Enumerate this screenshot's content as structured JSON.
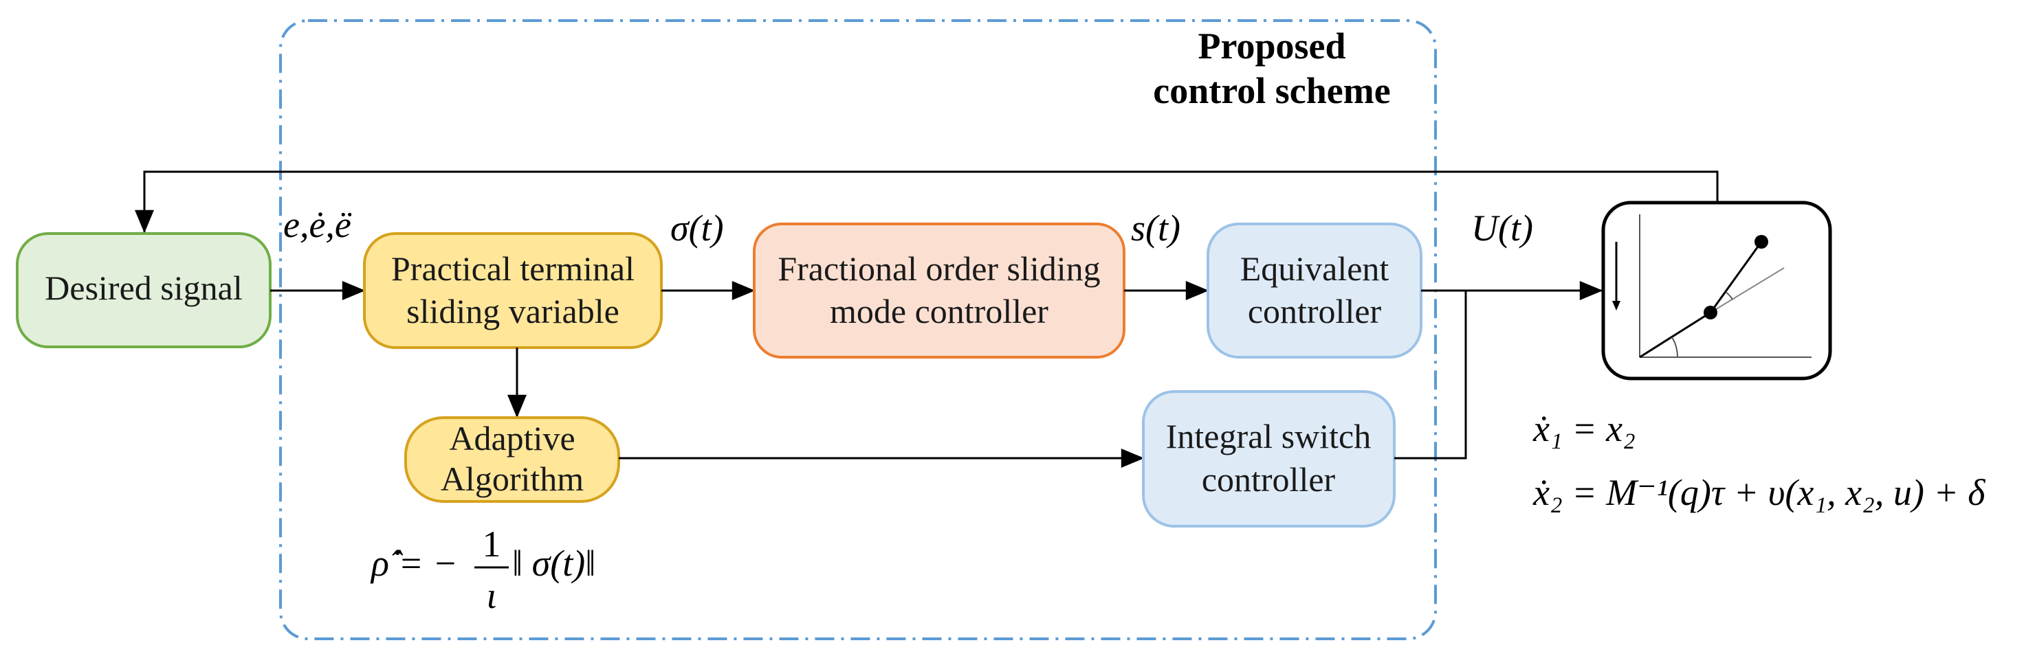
{
  "scheme": {
    "title_line1": "Proposed",
    "title_line2": "control scheme"
  },
  "blocks": {
    "desired_signal": "Desired signal",
    "ptsv_line1": "Practical terminal",
    "ptsv_line2": "sliding variable",
    "fosmc_line1": "Fractional order sliding",
    "fosmc_line2": "mode controller",
    "equivalent_line1": "Equivalent",
    "equivalent_line2": "controller",
    "adaptive_line1": "Adaptive",
    "adaptive_line2": "Algorithm",
    "integral_line1": "Integral switch",
    "integral_line2": "controller"
  },
  "signals": {
    "error": "e,ė,ë",
    "sigma": "σ(t)",
    "s": "s(t)",
    "U": "U(t)"
  },
  "equations": {
    "adaptive_lhs": "ρ̂̇ = −",
    "adaptive_num": "1",
    "adaptive_den": "ι",
    "adaptive_rhs": "‖ σ(t)‖",
    "state1": "ẋ₁ = x₂",
    "state2": "ẋ₂ = M⁻¹(q)τ + υ(x₁, x₂, u) + δ"
  },
  "colors": {
    "green_fill": "#e2efda",
    "green_stroke": "#70ad47",
    "yellow_fill": "#ffe699",
    "yellow_stroke": "#d6a21e",
    "orange_fill": "#fbe0d2",
    "orange_stroke": "#ed7d31",
    "blue_fill": "#deebf7",
    "blue_stroke": "#9dc3e6",
    "dash_stroke": "#5b9bd5"
  }
}
